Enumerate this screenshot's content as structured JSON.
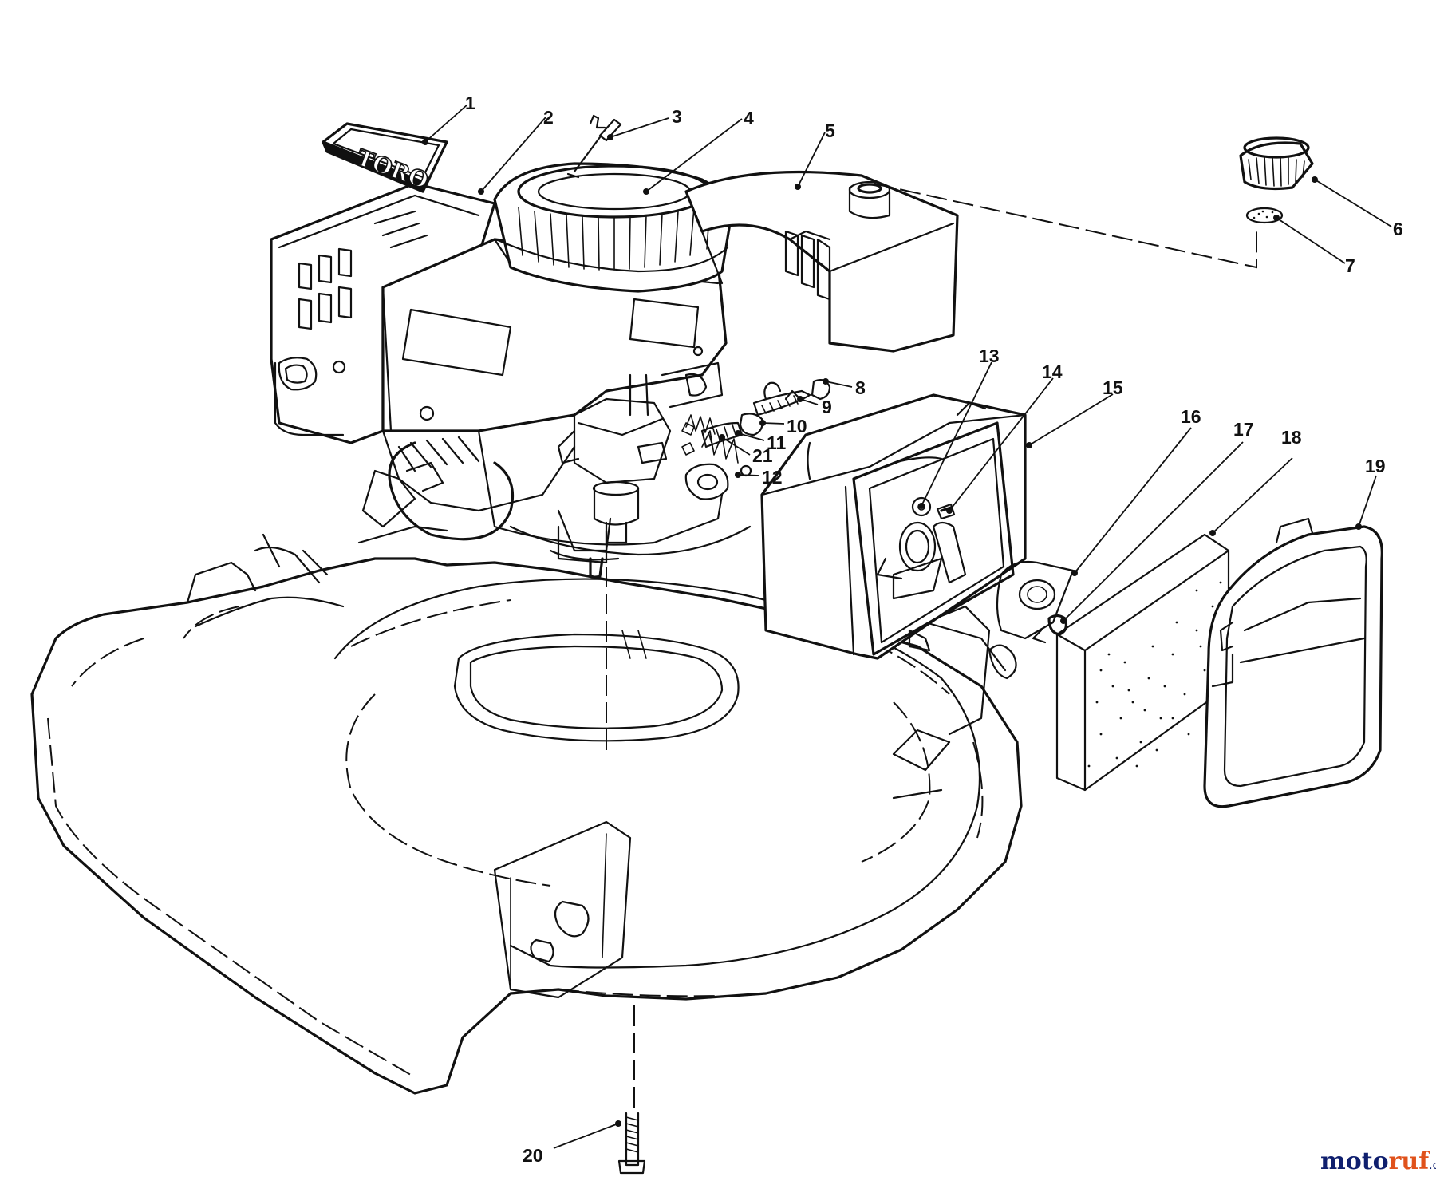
{
  "diagram": {
    "callouts": [
      {
        "id": "1",
        "label": "1"
      },
      {
        "id": "2",
        "label": "2"
      },
      {
        "id": "3",
        "label": "3"
      },
      {
        "id": "4",
        "label": "4"
      },
      {
        "id": "5",
        "label": "5"
      },
      {
        "id": "6",
        "label": "6"
      },
      {
        "id": "7",
        "label": "7"
      },
      {
        "id": "8",
        "label": "8"
      },
      {
        "id": "9",
        "label": "9"
      },
      {
        "id": "10",
        "label": "10"
      },
      {
        "id": "11",
        "label": "11"
      },
      {
        "id": "12",
        "label": "12"
      },
      {
        "id": "13",
        "label": "13"
      },
      {
        "id": "14",
        "label": "14"
      },
      {
        "id": "15",
        "label": "15"
      },
      {
        "id": "16",
        "label": "16"
      },
      {
        "id": "17",
        "label": "17"
      },
      {
        "id": "18",
        "label": "18"
      },
      {
        "id": "19",
        "label": "19"
      },
      {
        "id": "20",
        "label": "20"
      },
      {
        "id": "21",
        "label": "21"
      }
    ],
    "decal_text": "TORO"
  },
  "watermark": {
    "part_a": "moto",
    "part_b": "ruf",
    "part_c": ".de"
  },
  "colors": {
    "line": "#111111",
    "background": "#ffffff",
    "watermark_blue": "#0f1f6e",
    "watermark_orange": "#e0521b"
  }
}
